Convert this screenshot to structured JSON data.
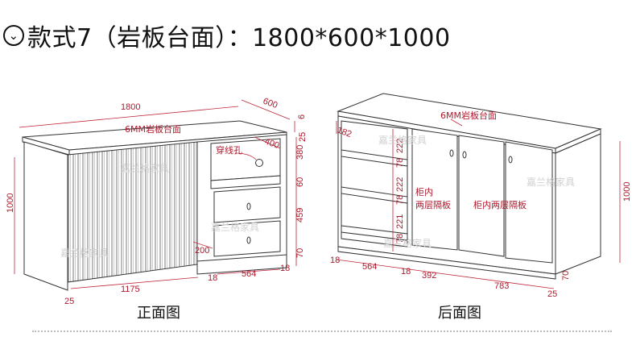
{
  "title": {
    "text": "款式7（岩板台面）：1800*600*1000",
    "icon": "chevron-down-circle-icon"
  },
  "front_view": {
    "caption": "正面图",
    "top_label": "6MM岩板台面",
    "cable_hole_label": "穿线孔",
    "watermark": "嘉兰格家具",
    "dims": {
      "width": "1800",
      "depth": "600",
      "top_thickness": "6",
      "height": "1000",
      "cubby_depth": "400",
      "side_gap": "25",
      "open_height": "380",
      "shelf_gap": "60",
      "drawer_height": "459",
      "base_height": "70",
      "cubby_inner": "200",
      "left_width": "1175",
      "left_overhang": "25",
      "side_18a": "18",
      "drawer_width": "564",
      "side_18b": "18"
    },
    "accent": "#b0182c"
  },
  "back_view": {
    "caption": "后面图",
    "top_label": "6MM岩板台面",
    "label_left": "柜内\n两层隔板",
    "label_right": "柜内两层隔板",
    "watermark": "嘉兰格家具",
    "dims": {
      "shelf_top": "182",
      "s222a": "222",
      "s78a": "78",
      "s222b": "222",
      "s78b": "78",
      "s221": "221",
      "s78c": "78",
      "height": "1000",
      "left_18": "18",
      "width_564": "564",
      "mid_18": "18",
      "w392": "392",
      "w783": "783",
      "base_70": "70",
      "right_25": "25"
    }
  }
}
